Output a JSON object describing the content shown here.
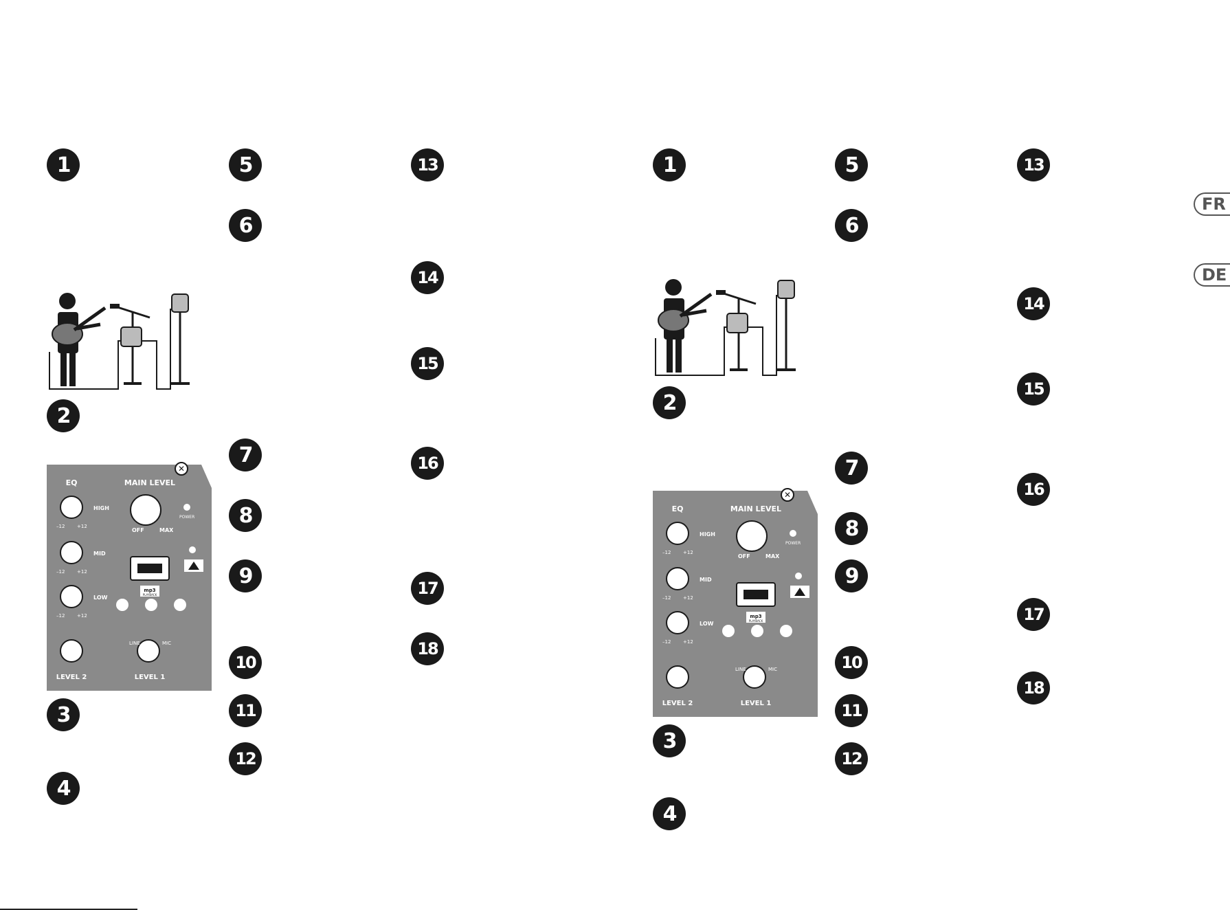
{
  "pages": [
    {
      "numbers": [
        "1",
        "2",
        "3",
        "4",
        "5",
        "6",
        "7",
        "8",
        "9",
        "10",
        "11",
        "12",
        "13",
        "14",
        "15",
        "16",
        "17",
        "18"
      ]
    },
    {
      "numbers": [
        "1",
        "2",
        "3",
        "4",
        "5",
        "6",
        "7",
        "8",
        "9",
        "10",
        "11",
        "12",
        "13",
        "14",
        "15",
        "16",
        "17",
        "18"
      ]
    }
  ],
  "panel_labels": {
    "eq": "EQ",
    "high": "HIGH",
    "mid": "MID",
    "low": "LOW",
    "minus12": "–12",
    "plus12": "+12",
    "main_level": "MAIN LEVEL",
    "off": "OFF",
    "max": "MAX",
    "power": "POWER",
    "level2": "LEVEL 2",
    "level1": "LEVEL 1",
    "line": "LINE",
    "mic": "MIC",
    "mp3": "mp3",
    "playback": "PLAYBACK"
  },
  "language_tabs": [
    "FR",
    "DE"
  ]
}
